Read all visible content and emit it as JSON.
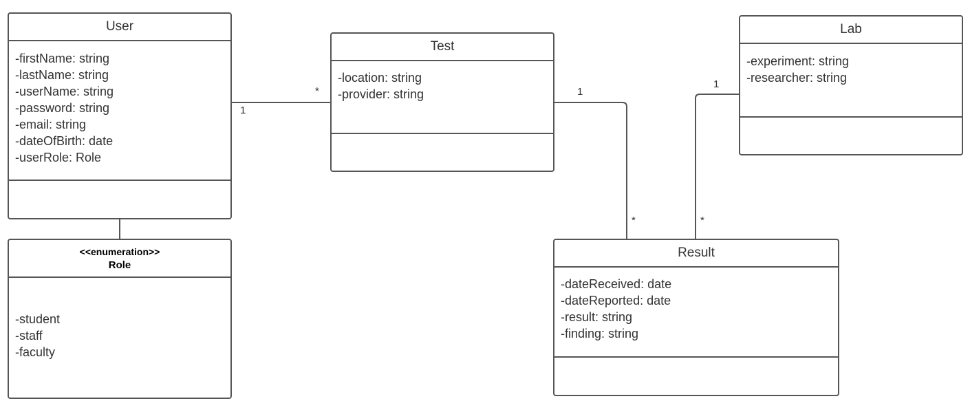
{
  "classes": {
    "user": {
      "name": "User",
      "attributes": [
        "-firstName: string",
        "-lastName: string",
        "-userName: string",
        "-password: string",
        "-email: string",
        "-dateOfBirth: date",
        "-userRole: Role"
      ]
    },
    "test": {
      "name": "Test",
      "attributes": [
        "-location: string",
        "-provider: string"
      ]
    },
    "lab": {
      "name": "Lab",
      "attributes": [
        "-experiment: string",
        "-researcher: string"
      ]
    },
    "role": {
      "stereotype": "<<enumeration>>",
      "name": "Role",
      "values": [
        "-student",
        "-staff",
        "-faculty"
      ]
    },
    "result": {
      "name": "Result",
      "attributes": [
        "-dateReceived: date",
        "-dateReported: date",
        "-result: string",
        "-finding: string"
      ]
    }
  },
  "associations": {
    "user_test": {
      "user_end": "1",
      "test_end": "*"
    },
    "test_result": {
      "test_end": "1",
      "result_end": "*"
    },
    "lab_result": {
      "lab_end": "1",
      "result_end": "*"
    }
  },
  "colors": {
    "border": "#555555",
    "text": "#333333"
  }
}
